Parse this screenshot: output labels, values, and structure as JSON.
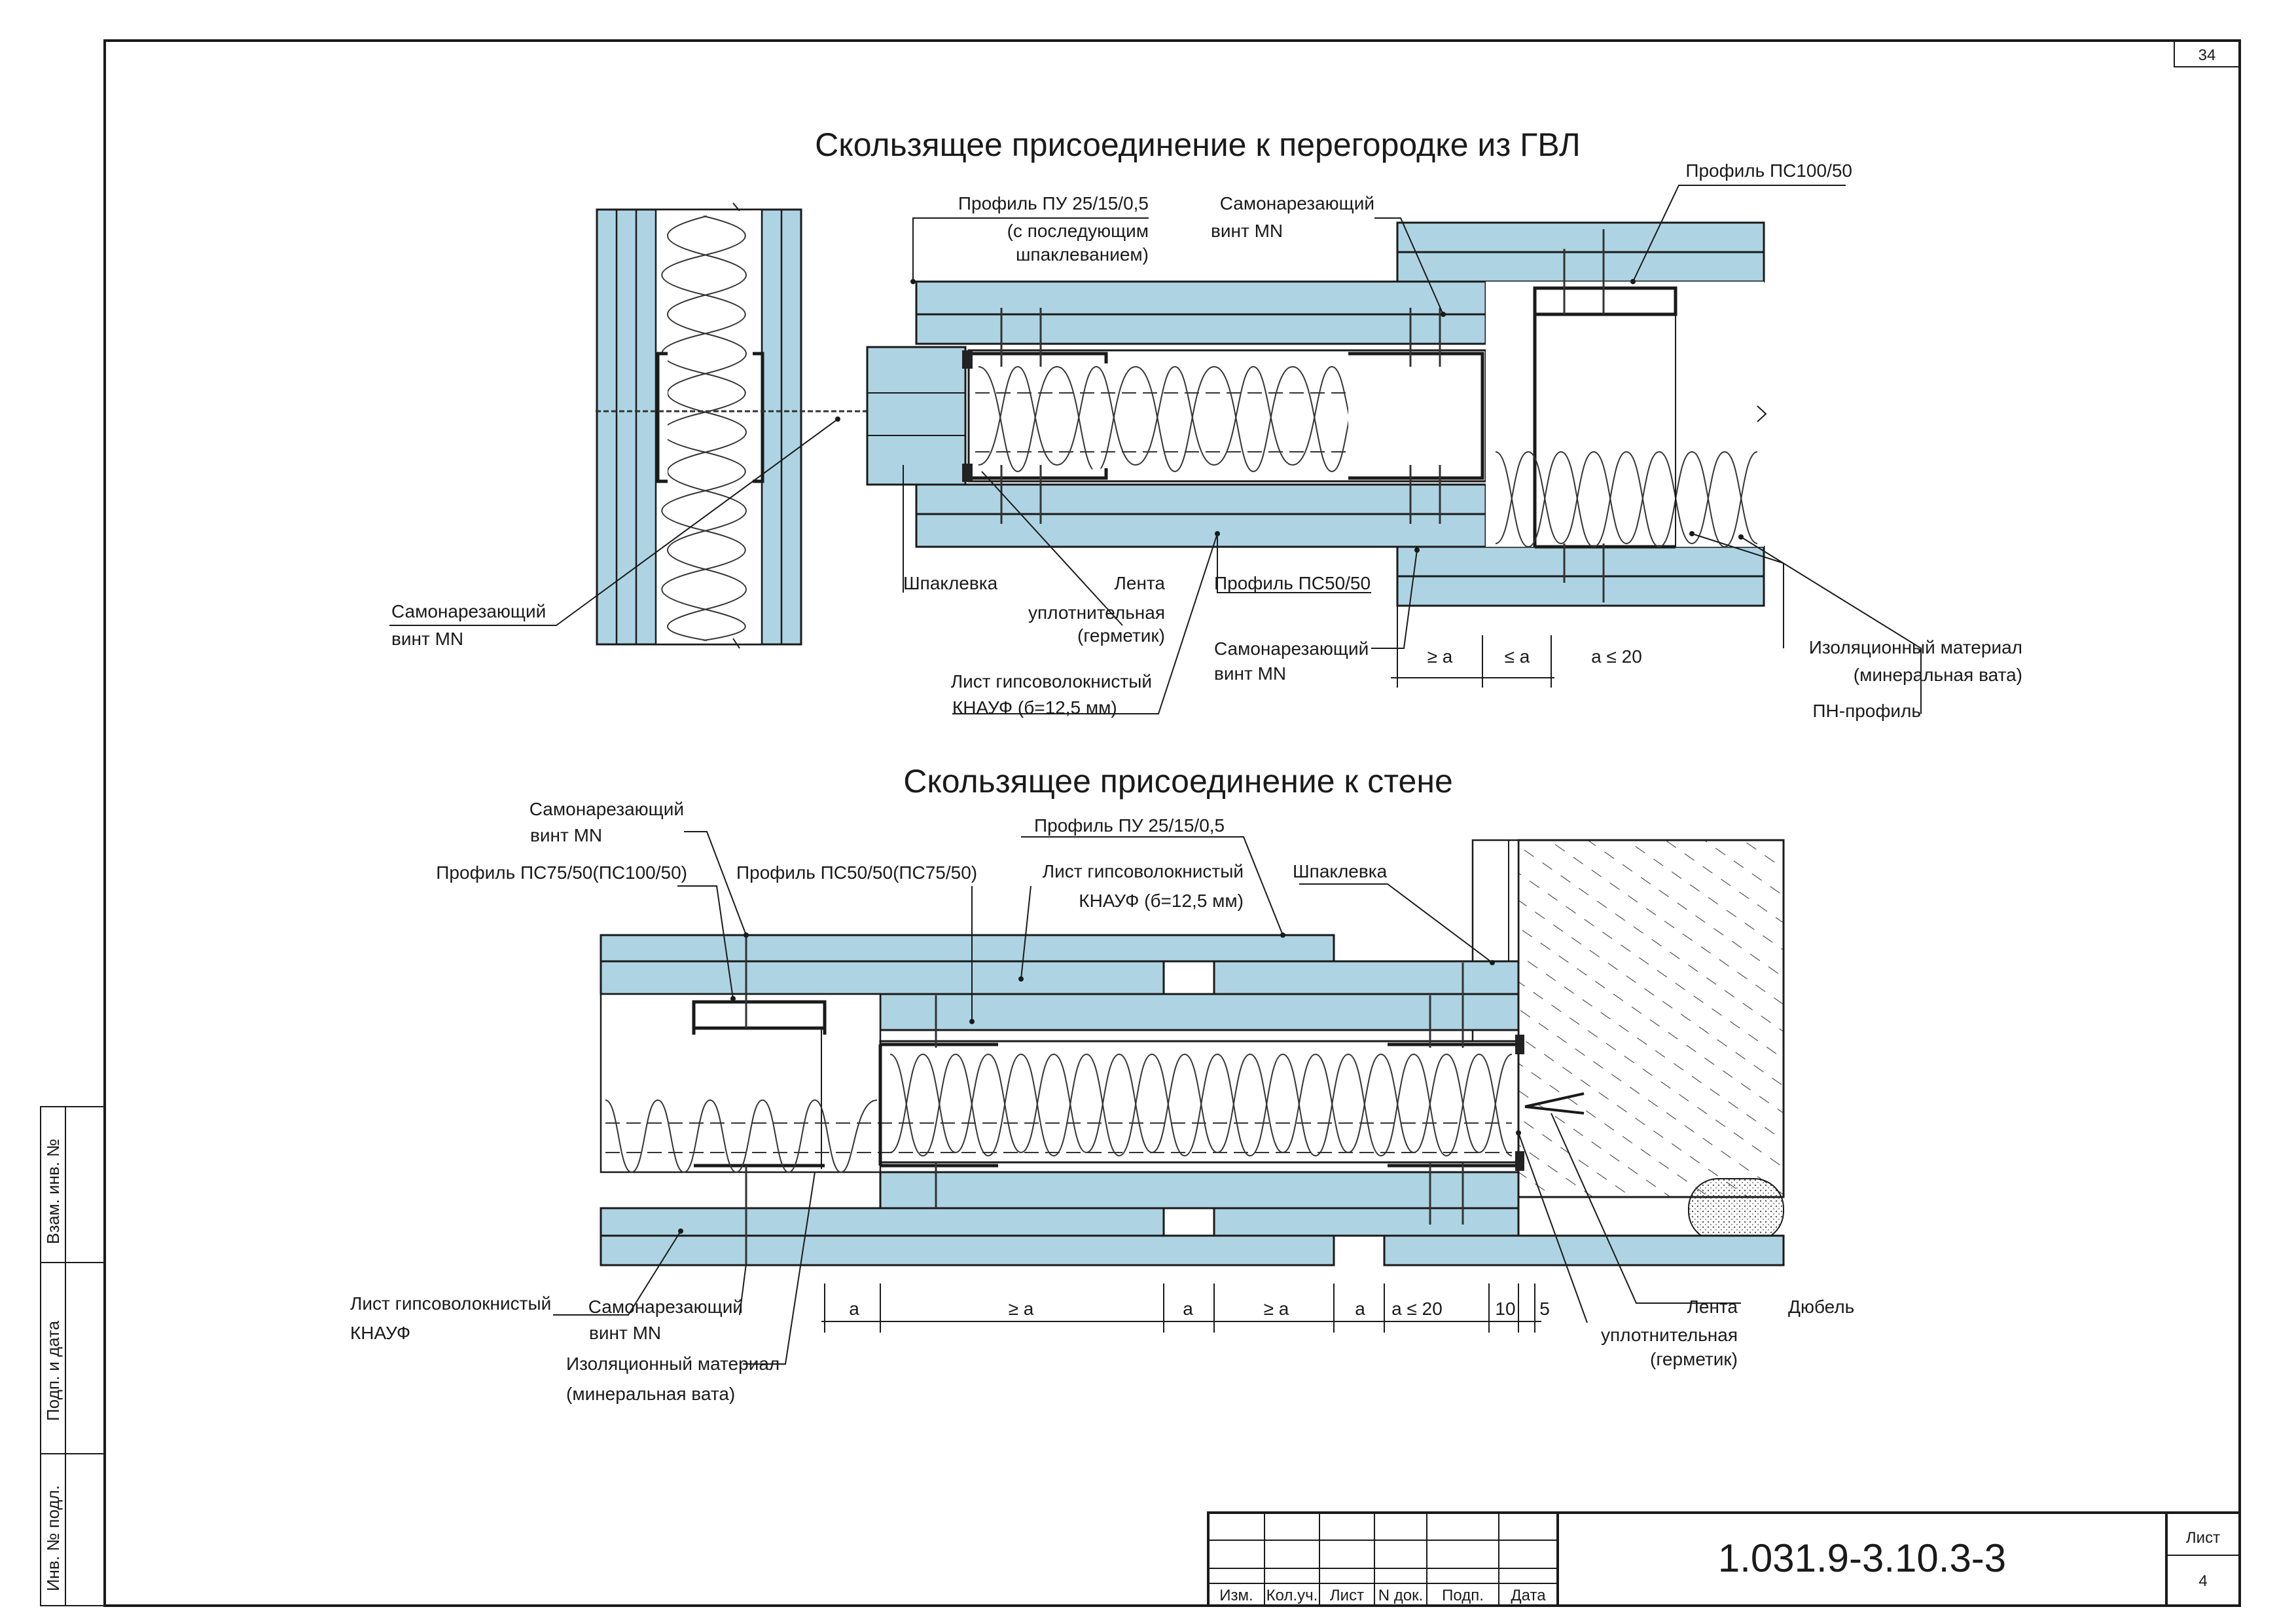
{
  "sheet": {
    "top_number": "34",
    "title_top": "Скользящее присоединение к перегородке из ГВЛ",
    "title_bottom": "Скользящее присоединение к стене"
  },
  "top_labels": {
    "profile_pu": "Профиль ПУ 25/15/0,5",
    "profile_pu_2": "(с последующим",
    "profile_pu_3": "шпаклеванием)",
    "screw_1": "Самонарезающий",
    "screw_2": "винт MN",
    "profile_ps100": "Профиль ПС100/50",
    "left_screw_1": "Самонарезающий",
    "left_screw_2": "винт MN",
    "shpaklevka": "Шпаклевка",
    "lenta_1": "Лента",
    "lenta_2": "уплотнительная",
    "lenta_3": "(герметик)",
    "profile_ps50": "Профиль ПС50/50",
    "screw_b_1": "Самонарезающий",
    "screw_b_2": "винт MN",
    "list_1": "Лист гипсоволокнистый",
    "list_2": "КНАУФ   (б=12,5 мм)",
    "iso_1": "Изоляционный материал",
    "iso_2": "(минеральная вата)",
    "pn": "ПН-профиль",
    "dims": [
      "≥ a",
      "≤ a",
      "a ≤ 20"
    ]
  },
  "bottom_labels": {
    "screw_1": "Самонарезающий",
    "screw_2": "винт MN",
    "profile_ps75": "Профиль ПС75/50(ПС100/50)",
    "profile_ps50": "Профиль ПС50/50(ПС75/50)",
    "profile_pu": "Профиль ПУ 25/15/0,5",
    "list_1": "Лист гипсоволокнистый",
    "list_2": "КНАУФ   (б=12,5 мм)",
    "shpaklevka": "Шпаклевка",
    "list_left_1": "Лист гипсоволокнистый",
    "list_left_2": "КНАУФ",
    "screw_b_1": "Самонарезающий",
    "screw_b_2": "винт MN",
    "iso_1": "Изоляционный материал",
    "iso_2": "(минеральная вата)",
    "lenta_1": "Лента",
    "lenta_2": "уплотнительная",
    "lenta_3": "(герметик)",
    "dubel": "Дюбель",
    "dims": [
      "a",
      "≥ a",
      "a",
      "≥ a",
      "a",
      "a ≤ 20",
      "10",
      "5"
    ]
  },
  "side_stamp": [
    "Взам. инв. №",
    "Подп. и дата",
    "Инв. № подл."
  ],
  "title_block": {
    "code": "1.031.9-3.10.3-3",
    "sheet_label": "Лист",
    "sheet_number": "4",
    "columns": [
      "Изм.",
      "Кол.уч.",
      "Лист",
      "N док.",
      "Подп.",
      "Дата"
    ]
  },
  "colors": {
    "board": "#aed4e3",
    "line": "#1a1a1a",
    "background": "#ffffff"
  }
}
